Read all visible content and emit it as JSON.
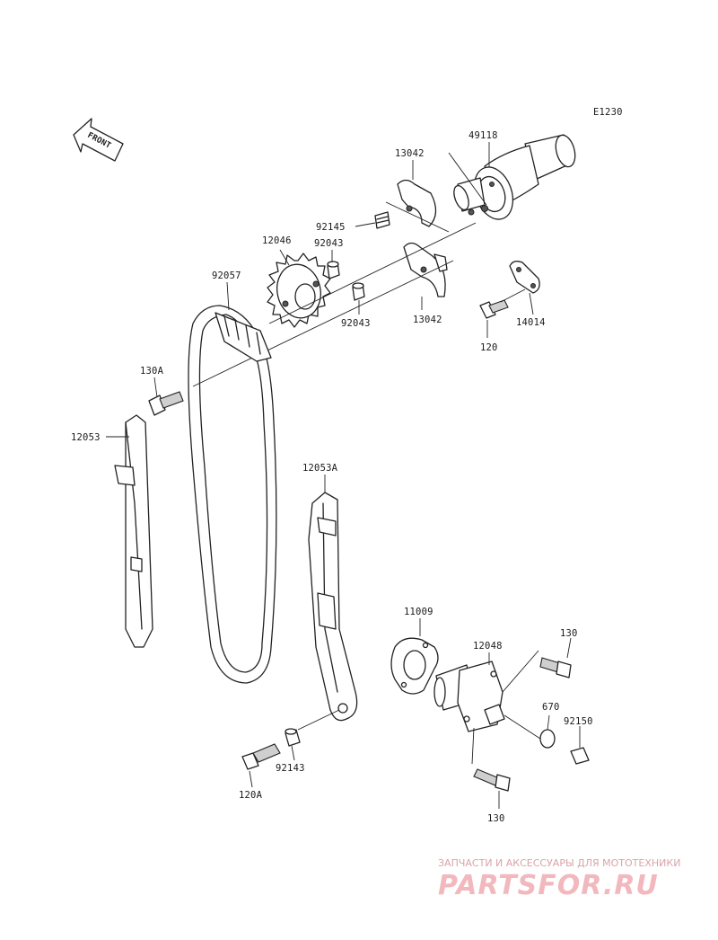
{
  "diagram": {
    "code": "E1230",
    "front_label": "FRONT",
    "parts": [
      {
        "id": "p49118",
        "number": "49118"
      },
      {
        "id": "p13042a",
        "number": "13042"
      },
      {
        "id": "p92145",
        "number": "92145"
      },
      {
        "id": "p12046",
        "number": "12046"
      },
      {
        "id": "p92043a",
        "number": "92043"
      },
      {
        "id": "p92057",
        "number": "92057"
      },
      {
        "id": "p92043b",
        "number": "92043"
      },
      {
        "id": "p13042b",
        "number": "13042"
      },
      {
        "id": "p14014",
        "number": "14014"
      },
      {
        "id": "p120",
        "number": "120"
      },
      {
        "id": "p130A",
        "number": "130A"
      },
      {
        "id": "p12053",
        "number": "12053"
      },
      {
        "id": "p12053A",
        "number": "12053A"
      },
      {
        "id": "p11009",
        "number": "11009"
      },
      {
        "id": "p12048",
        "number": "12048"
      },
      {
        "id": "p130a",
        "number": "130"
      },
      {
        "id": "p670",
        "number": "670"
      },
      {
        "id": "p92150",
        "number": "92150"
      },
      {
        "id": "p92143",
        "number": "92143"
      },
      {
        "id": "p120A",
        "number": "120A"
      },
      {
        "id": "p130b",
        "number": "130"
      }
    ]
  },
  "watermark": {
    "tagline": "ЗАПЧАСТИ И АКСЕССУАРЫ ДЛЯ МОТОТЕХНИКИ",
    "brand": "PARTSFOR.RU"
  }
}
